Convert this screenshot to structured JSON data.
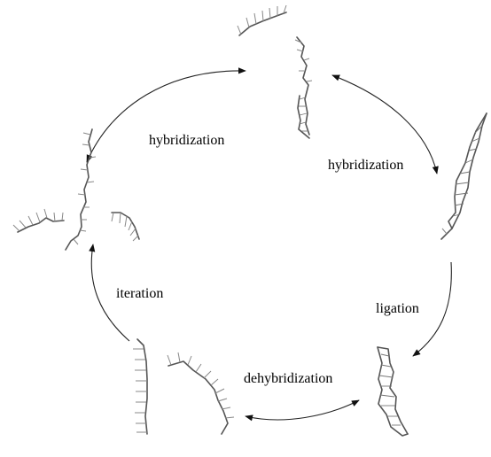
{
  "labels": {
    "hybridization_left": "hybridization",
    "hybridization_right": "hybridization",
    "ligation": "ligation",
    "dehybridization": "dehybridization",
    "iteration": "iteration"
  },
  "colors": {
    "strand": "#555555",
    "tick": "#888888",
    "arrow": "#222222"
  }
}
